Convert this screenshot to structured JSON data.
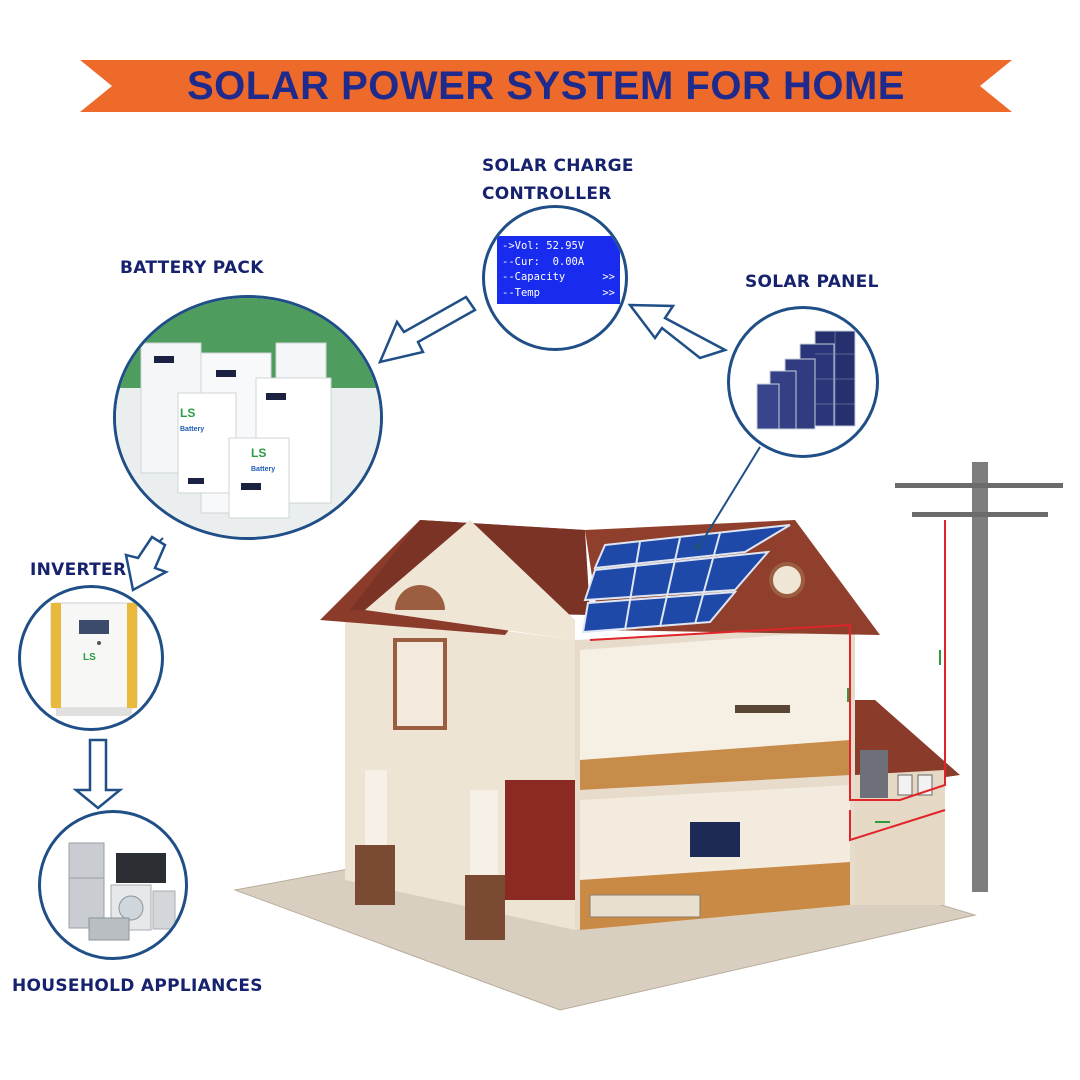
{
  "title": "SOLAR POWER SYSTEM FOR HOME",
  "labels": {
    "charge_controller_line1": "SOLAR CHARGE",
    "charge_controller_line2": "CONTROLLER",
    "battery_pack": "BATTERY PACK",
    "solar_panel": "SOLAR PANEL",
    "inverter": "INVERTER",
    "household_appliances": "HOUSEHOLD APPLIANCES"
  },
  "controller_display": {
    "line1": "->Vol: 52.95V",
    "line2": "--Cur:  0.00A",
    "line3": "--Capacity",
    "line3_arrow": ">>",
    "line4": "--Temp",
    "line4_arrow": ">>"
  },
  "battery_brand": "LS",
  "battery_brand_sub": "Battery",
  "colors": {
    "banner": "#ee6a2b",
    "title_text": "#1e2a8c",
    "label_text": "#16226e",
    "circle_border": "#1f4f86",
    "flow_arrow": "#1f4f86",
    "lcd_background": "#1a2bf0",
    "solar_cell": "#1f49a8",
    "roof": "#8a3b2a",
    "wiring": "#e0242a"
  }
}
